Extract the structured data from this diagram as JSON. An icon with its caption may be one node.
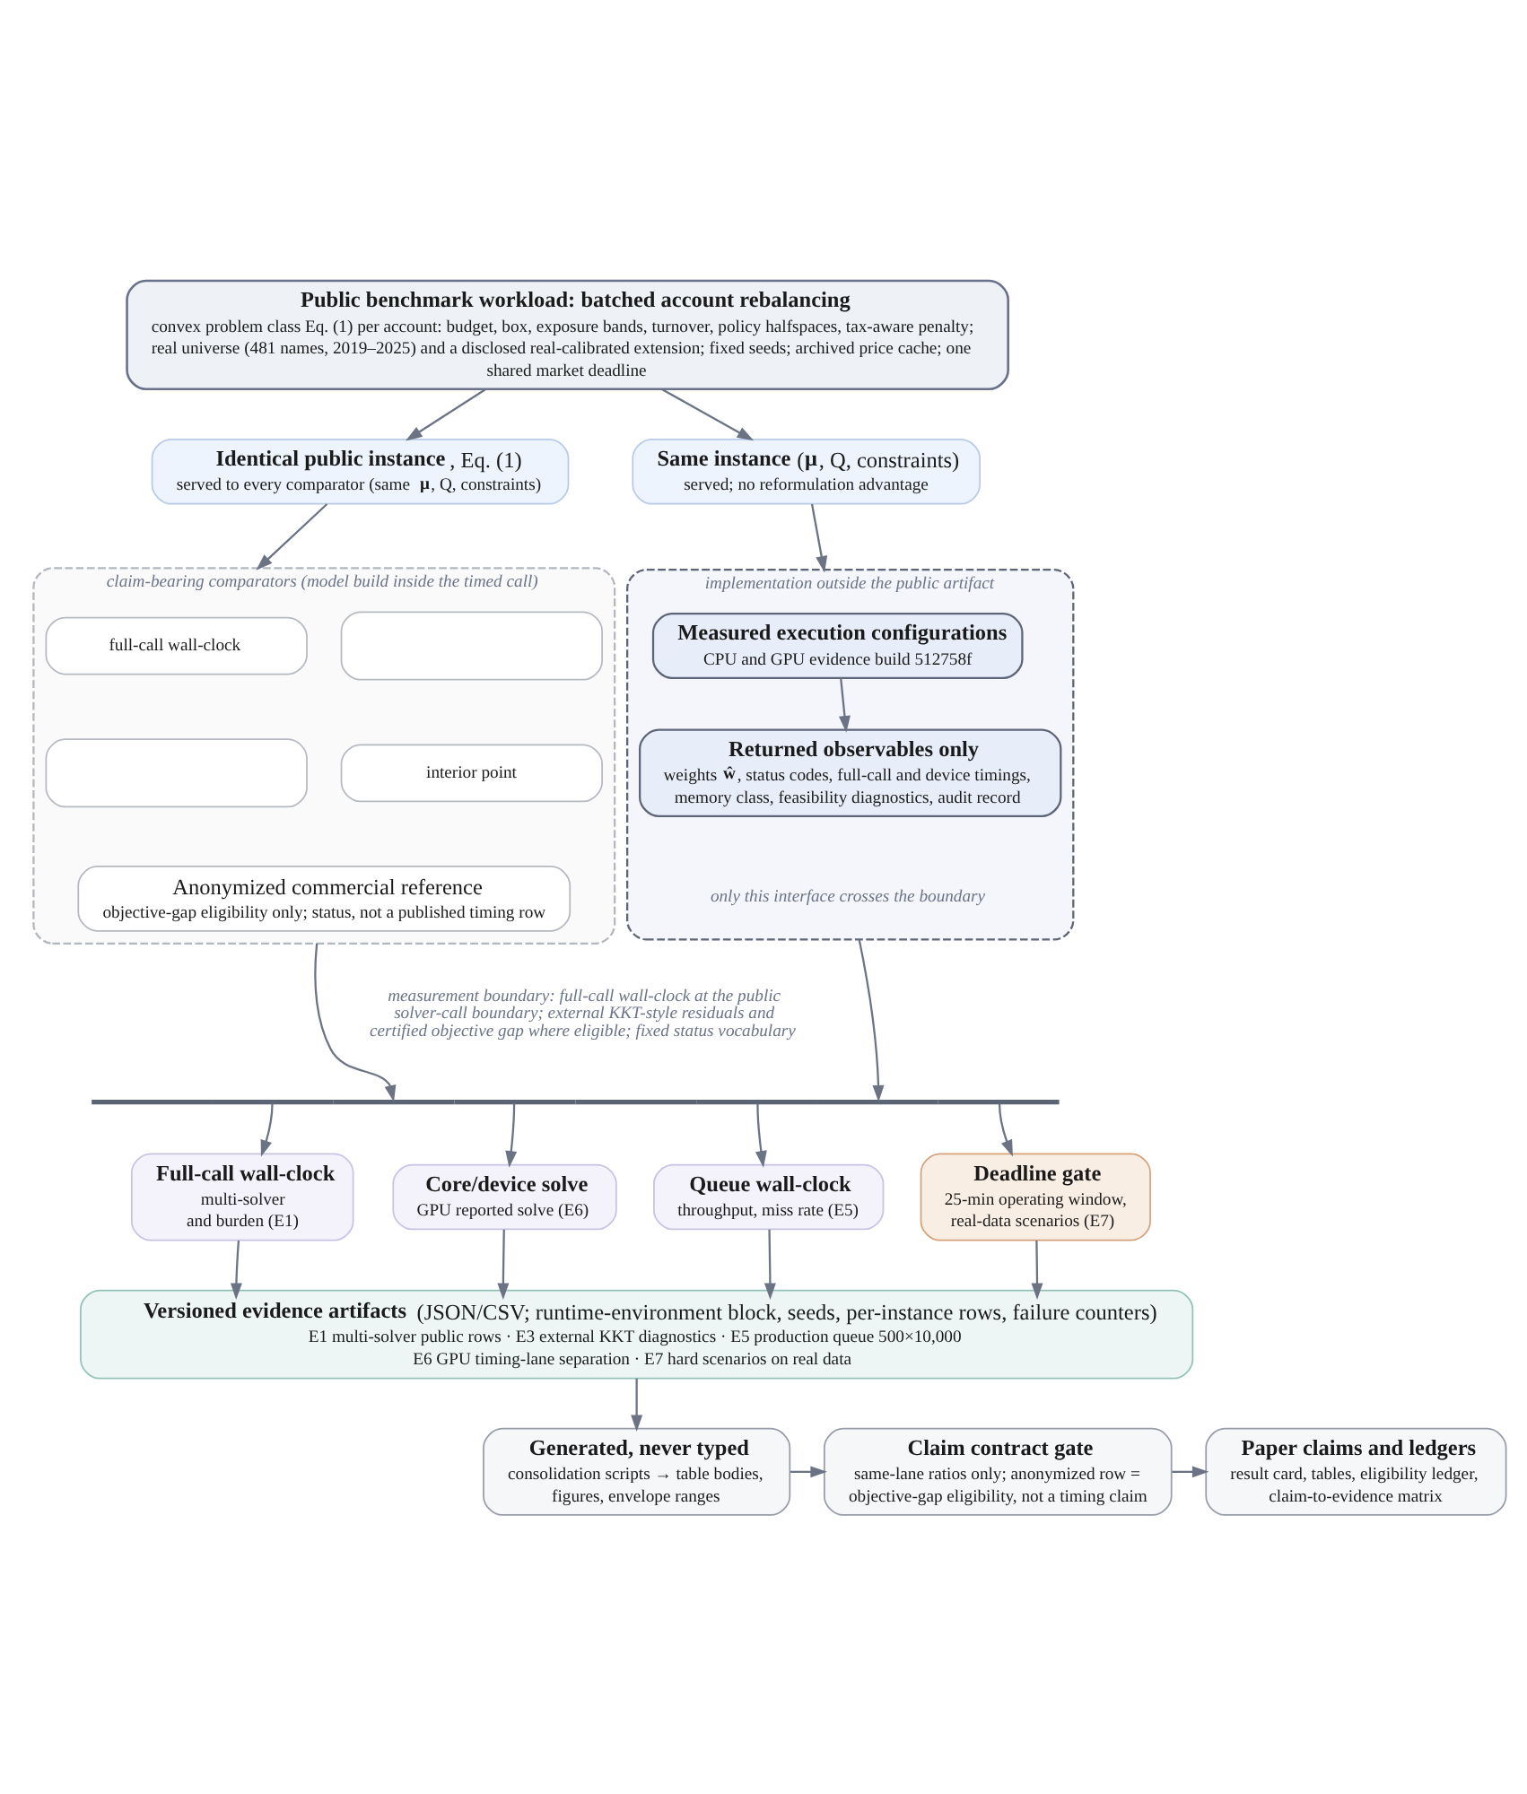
{
  "diagram": {
    "nodes": [
      {
        "text": [
          "Public benchmark workload: batched account rebalancing",
          "convex problem class Eq. (1) per account: budget, box, exposure bands, turnover, policy halfspaces, tax-aware penalty; real universe (481 names, 2019–2025) and a disclosed real-calibrated extension; fixed seeds; archived price cache; one shared market deadline"
        ]
      },
      {
        "text": [
          "**Identical public instance**, Eq. (1)",
          "served to every comparator (same **μ**, Q, constraints)"
        ]
      },
      {
        "text": [
          "**Same instance** (**μ**, Q, constraints)",
          "served; no reformulation advantage"
        ]
      },
      {
        "text": [
          "claim-bearing comparators (model build inside the timed call)"
        ]
      },
      {
        "text": [
          "full-call wall-clock"
        ],
        "in": 3
      },
      {
        "text": [],
        "shape": "box",
        "in": 3
      },
      {
        "text": [],
        "shape": "box",
        "in": 3
      },
      {
        "text": [
          "interior point"
        ],
        "in": 3
      },
      {
        "text": [
          "Anonymized commercial reference",
          "objective-gap eligibility only; status, not a published timing row"
        ],
        "in": 3
      },
      {
        "text": [
          "implementation outside the public artifact",
          "only this interface crosses the boundary"
        ]
      },
      {
        "text": [
          "Measured execution configurations",
          "CPU and GPU evidence build 512758f"
        ],
        "in": 9
      },
      {
        "text": [
          "Returned observables only",
          "weights **ŵ**, status codes, full-call and device timings, memory class, feasibility diagnostics, audit record"
        ],
        "in": 9
      },
      {
        "text": [],
        "shape": "bar",
        "beside": [
          "measurement boundary: full-call wall-clock at the public solver-call boundary; external KKT-style residuals and certified objective gap where eligible; fixed status vocabulary"
        ]
      },
      {
        "text": [
          "Full-call wall-clock",
          "multi-solver and burden (E1)"
        ]
      },
      {
        "text": [
          "Core/device solve",
          "GPU reported solve (E6)"
        ]
      },
      {
        "text": [
          "Queue wall-clock",
          "throughput, miss rate (E5)"
        ]
      },
      {
        "text": [
          "Deadline gate",
          "25-min operating window, real-data scenarios (E7)"
        ]
      },
      {
        "text": [
          "**Versioned evidence artifacts** (JSON/CSV; runtime-environment block, seeds, per-instance rows, failure counters)",
          "E1 multi-solver public rows · E3 external KKT diagnostics · E5 production queue 500×10,000 E6 GPU timing-lane separation · E7 hard scenarios on real data"
        ]
      },
      {
        "text": [
          "Generated, never typed",
          "consolidation scripts → table bodies, figures, envelope ranges"
        ]
      },
      {
        "text": [
          "Claim contract gate",
          "same-lane ratios only; anonymized row = objective-gap eligibility, not a timing claim"
        ]
      },
      {
        "text": [
          "Paper claims and ledgers",
          "result card, tables, eligibility ledger, claim-to-evidence matrix"
        ]
      }
    ],
    "edges": [
      {
        "from": 0,
        "to": 1,
        "arrow": "to"
      },
      {
        "from": 0,
        "to": 2,
        "arrow": "to"
      },
      {
        "from": 1,
        "to": 3,
        "arrow": "to"
      },
      {
        "from": 2,
        "to": 9,
        "arrow": "to"
      },
      {
        "from": 10,
        "to": 11,
        "arrow": "to"
      },
      {
        "from": 3,
        "to": 12,
        "arrow": "to"
      },
      {
        "from": 9,
        "to": 12,
        "arrow": "to"
      },
      {
        "from": 12,
        "to": 13,
        "arrow": "to"
      },
      {
        "from": 12,
        "to": 14,
        "arrow": "to"
      },
      {
        "from": 12,
        "to": 15,
        "arrow": "to"
      },
      {
        "from": 12,
        "to": 16,
        "arrow": "to"
      },
      {
        "from": 13,
        "to": 17,
        "arrow": "to"
      },
      {
        "from": 14,
        "to": 17,
        "arrow": "to"
      },
      {
        "from": 15,
        "to": 17,
        "arrow": "to"
      },
      {
        "from": 16,
        "to": 17,
        "arrow": "to"
      },
      {
        "from": 17,
        "to": 18,
        "arrow": "to"
      },
      {
        "from": 18,
        "to": 19,
        "arrow": "to"
      },
      {
        "from": 19,
        "to": 20,
        "arrow": "to"
      }
    ]
  }
}
